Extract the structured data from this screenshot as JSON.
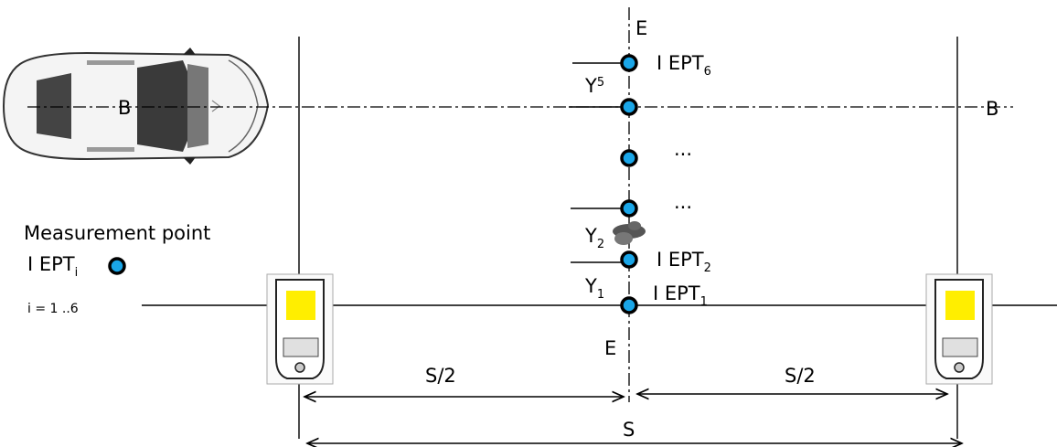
{
  "axes": {
    "e_top": "E",
    "e_bottom": "E",
    "b_left": "B",
    "b_right": "B"
  },
  "points": [
    {
      "id": "ept6",
      "main": "I EPT",
      "sub": "6",
      "subpos": "sub"
    },
    {
      "id": "ept2",
      "main": "I EPT",
      "sub": "2",
      "subpos": "sub"
    },
    {
      "id": "ept1",
      "main": "I EPT",
      "sub": "1",
      "subpos": "sub"
    }
  ],
  "ellipses": [
    "...",
    "..."
  ],
  "offsets": [
    {
      "id": "y5",
      "main": "Y",
      "sub": "5"
    },
    {
      "id": "y2",
      "main": "Y",
      "sub": "2"
    },
    {
      "id": "y1",
      "main": "Y",
      "sub": "1"
    }
  ],
  "legend": {
    "title": "Measurement point",
    "symbol_main": "I EPT",
    "symbol_sub": "i",
    "range": "i = 1 ..6"
  },
  "dimensions": {
    "half_left": "S/2",
    "half_right": "S/2",
    "total": "S"
  },
  "colors": {
    "point_fill": "#1aa6e8",
    "point_stroke": "#000000",
    "pad_yellow": "#ffee00"
  }
}
